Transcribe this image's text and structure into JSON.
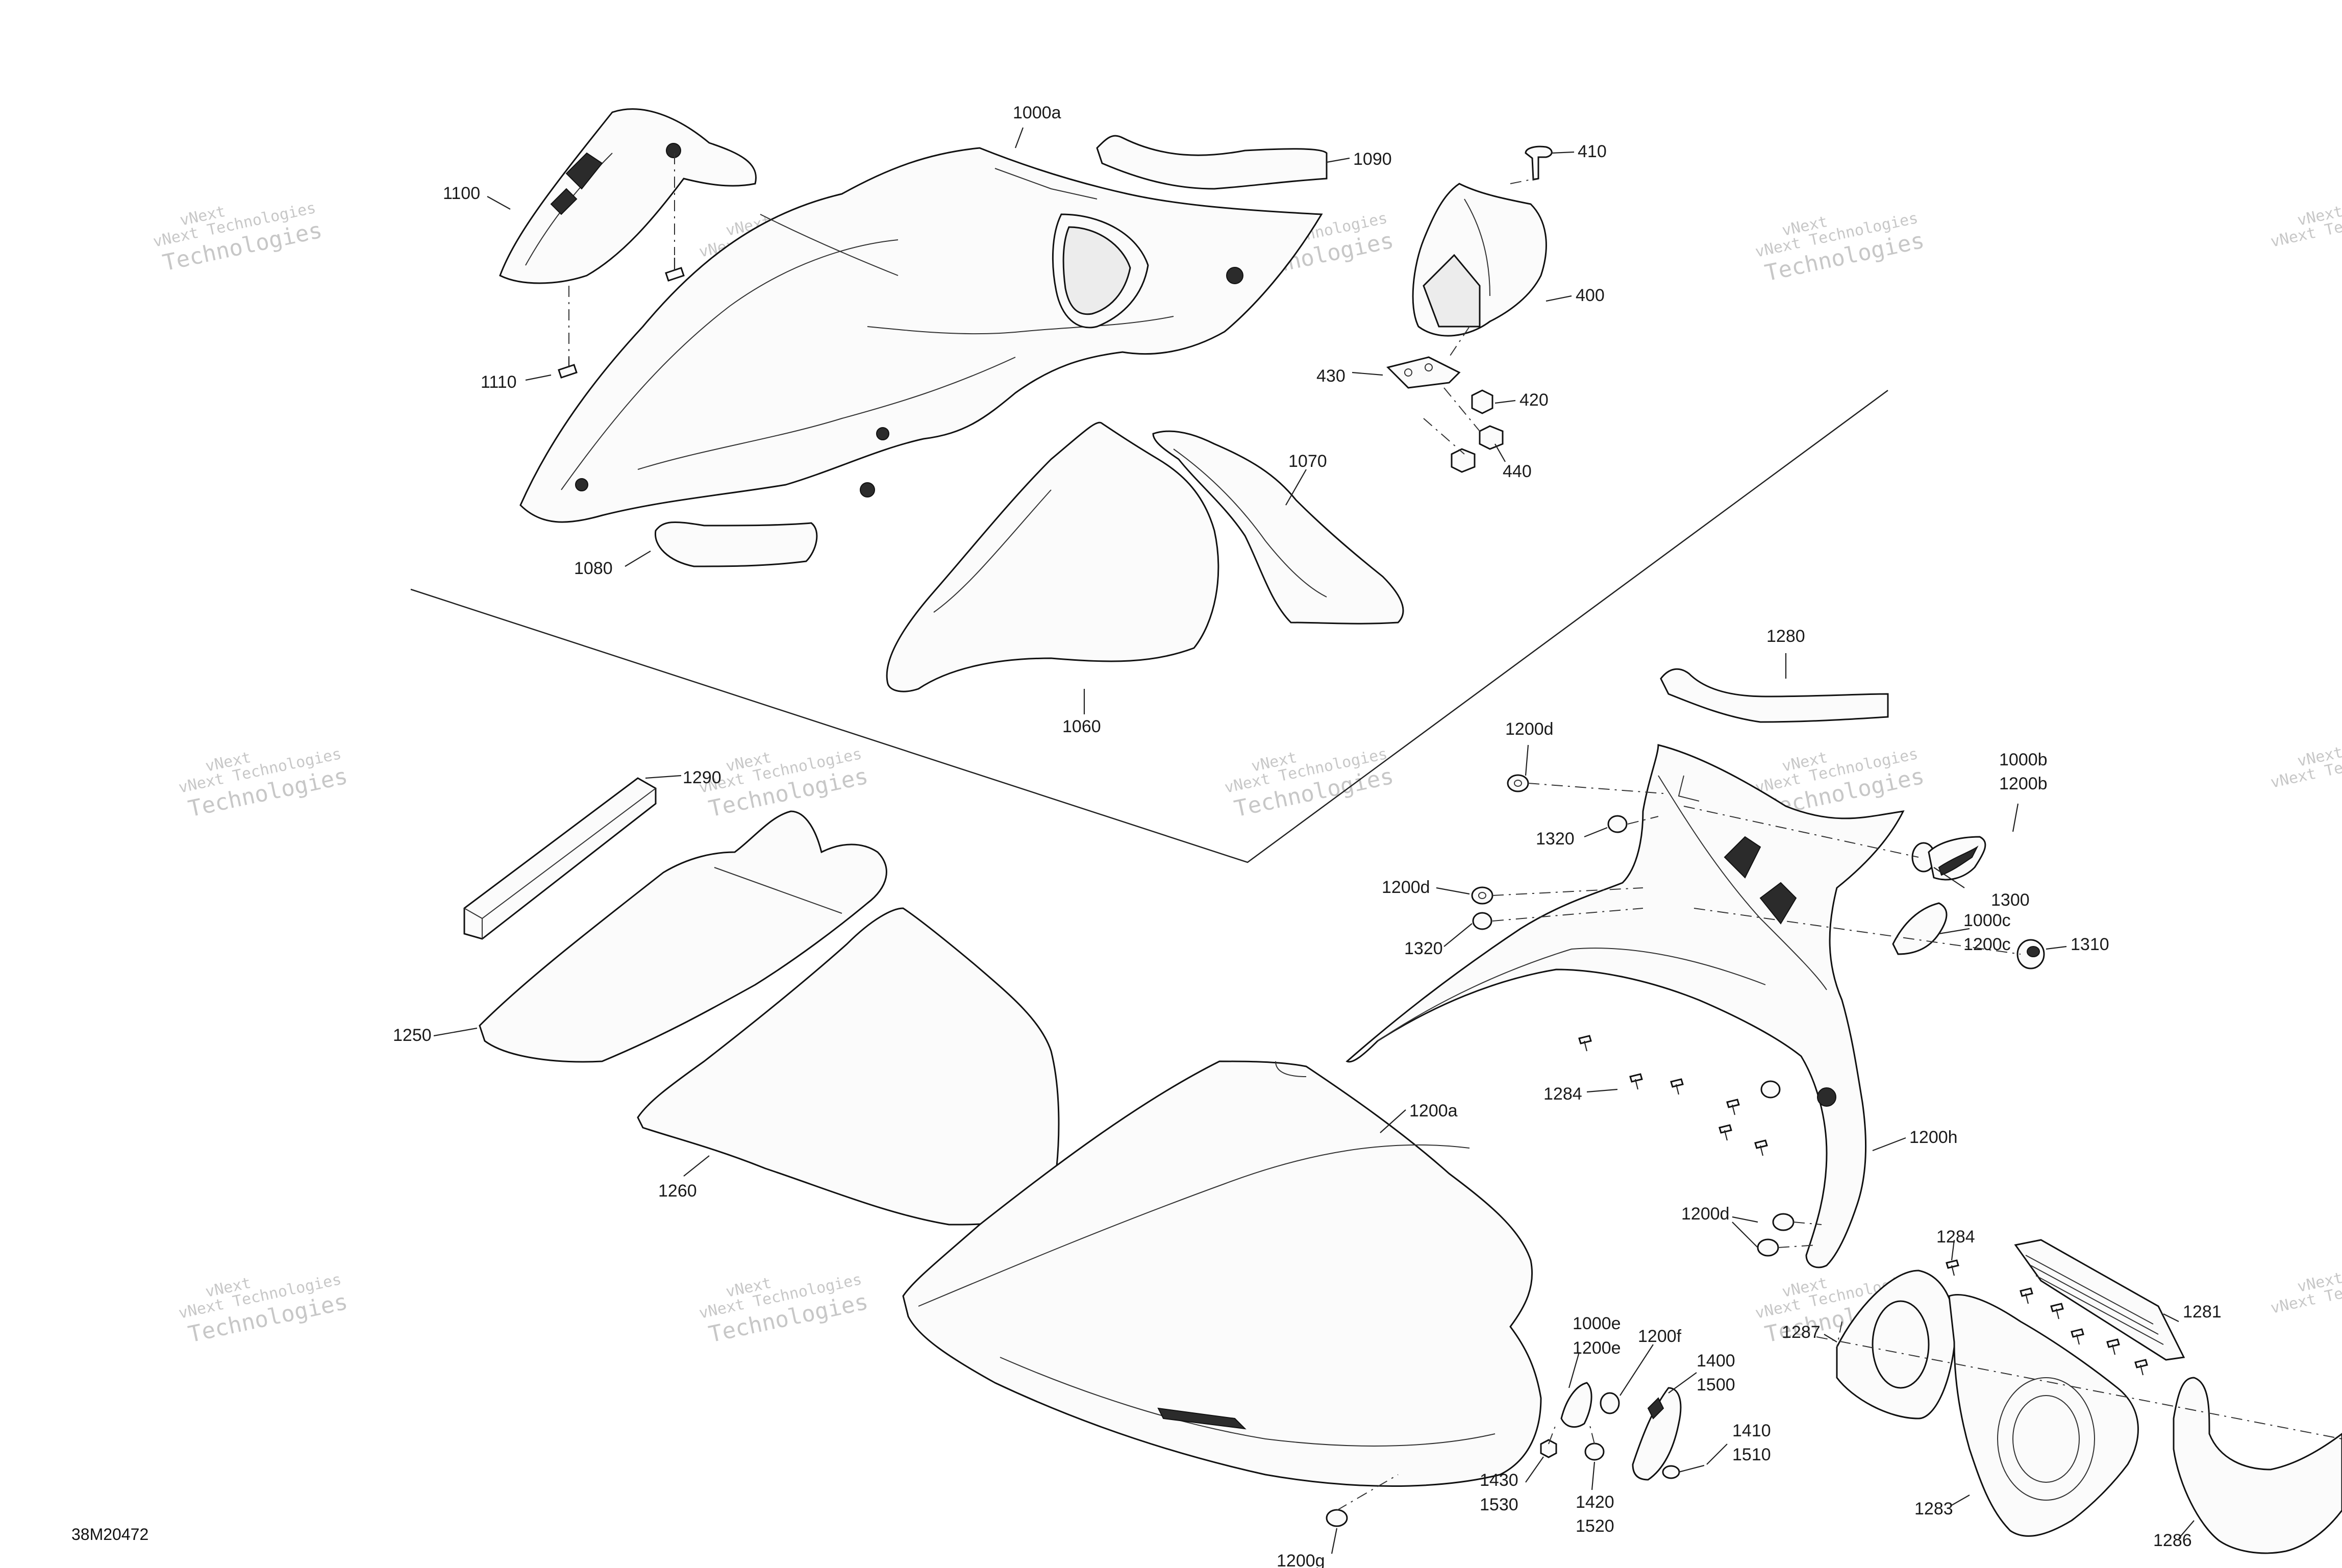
{
  "drawing_number": "38M20472",
  "watermark": {
    "line1": "vNext Technologies",
    "line2": "vNext",
    "line3": "Technologies"
  },
  "callouts": [
    {
      "id": "c1000a",
      "text": "1000a"
    },
    {
      "id": "c1090",
      "text": "1090"
    },
    {
      "id": "c410",
      "text": "410"
    },
    {
      "id": "c1100",
      "text": "1100"
    },
    {
      "id": "c400",
      "text": "400"
    },
    {
      "id": "c1110",
      "text": "1110"
    },
    {
      "id": "c430",
      "text": "430"
    },
    {
      "id": "c420",
      "text": "420"
    },
    {
      "id": "c440",
      "text": "440"
    },
    {
      "id": "c1070",
      "text": "1070"
    },
    {
      "id": "c1080",
      "text": "1080"
    },
    {
      "id": "c1060",
      "text": "1060"
    },
    {
      "id": "c1280",
      "text": "1280"
    },
    {
      "id": "c1200d_a",
      "text": "1200d"
    },
    {
      "id": "c1290",
      "text": "1290"
    },
    {
      "id": "c1000b",
      "text": "1000b"
    },
    {
      "id": "c1200b",
      "text": "1200b"
    },
    {
      "id": "c1320_a",
      "text": "1320"
    },
    {
      "id": "c1300",
      "text": "1300"
    },
    {
      "id": "c1200d_b",
      "text": "1200d"
    },
    {
      "id": "c1000c",
      "text": "1000c"
    },
    {
      "id": "c1200c",
      "text": "1200c"
    },
    {
      "id": "c1310",
      "text": "1310"
    },
    {
      "id": "c1320_b",
      "text": "1320"
    },
    {
      "id": "c1250",
      "text": "1250"
    },
    {
      "id": "c1284_a",
      "text": "1284"
    },
    {
      "id": "c1200a",
      "text": "1200a"
    },
    {
      "id": "c1200h",
      "text": "1200h"
    },
    {
      "id": "c1260",
      "text": "1260"
    },
    {
      "id": "c1200d_c",
      "text": "1200d"
    },
    {
      "id": "c1284_b",
      "text": "1284"
    },
    {
      "id": "c1000e",
      "text": "1000e"
    },
    {
      "id": "c1200e",
      "text": "1200e"
    },
    {
      "id": "c1200f",
      "text": "1200f"
    },
    {
      "id": "c1287",
      "text": "1287"
    },
    {
      "id": "c1281",
      "text": "1281"
    },
    {
      "id": "c1400",
      "text": "1400"
    },
    {
      "id": "c1500",
      "text": "1500"
    },
    {
      "id": "c1410",
      "text": "1410"
    },
    {
      "id": "c1510",
      "text": "1510"
    },
    {
      "id": "c1430",
      "text": "1430"
    },
    {
      "id": "c1530",
      "text": "1530"
    },
    {
      "id": "c1420",
      "text": "1420"
    },
    {
      "id": "c1520",
      "text": "1520"
    },
    {
      "id": "c1283",
      "text": "1283"
    },
    {
      "id": "c1286",
      "text": "1286"
    },
    {
      "id": "c1200g",
      "text": "1200g"
    }
  ]
}
